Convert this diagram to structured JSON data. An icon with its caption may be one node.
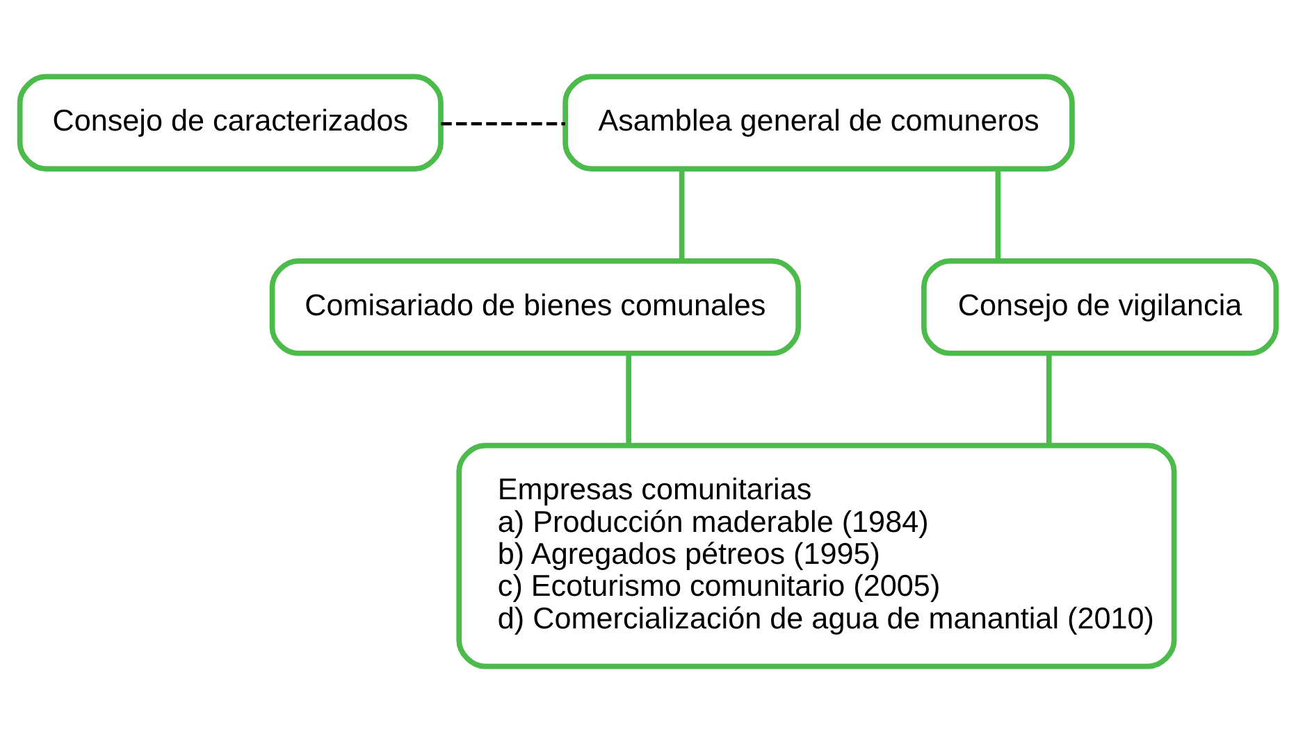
{
  "diagram": {
    "nodes": [
      {
        "text": [
          "Asamblea general de comuneros"
        ]
      },
      {
        "text": [
          "Consejo de caracterizados"
        ]
      },
      {
        "text": [
          "Comisariado de bienes comunales"
        ]
      },
      {
        "text": [
          "Consejo de vigilancia"
        ]
      },
      {
        "text": [
          "Empresas comunitarias",
          "a) Producción maderable (1984)",
          "b) Agregados pétreos (1995)",
          "c) Ecoturismo comunitario (2005)",
          "d) Comercialización de agua de manantial (2010)"
        ]
      }
    ],
    "edges": [
      {
        "from": 1,
        "to": 0,
        "arrow": "none",
        "style": "dashed",
        "color": "#000000"
      },
      {
        "from": 0,
        "to": 2,
        "arrow": "none"
      },
      {
        "from": 0,
        "to": 3,
        "arrow": "none"
      },
      {
        "from": 2,
        "to": 4,
        "arrow": "none"
      },
      {
        "from": 3,
        "to": 4,
        "arrow": "none"
      }
    ]
  }
}
